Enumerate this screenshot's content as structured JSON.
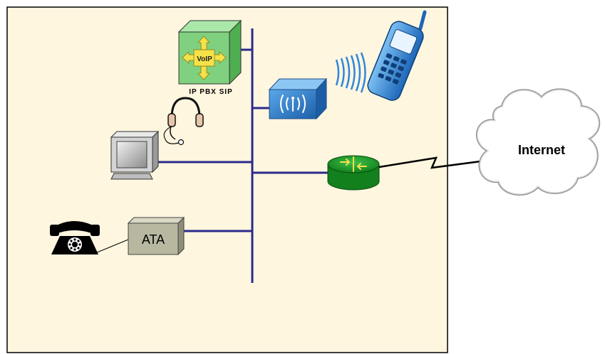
{
  "diagram": {
    "pbx_label": "IP PBX SIP",
    "voip_badge": "VoIP",
    "ata_label": "ATA",
    "cloud_label": "Internet"
  },
  "colors": {
    "panel_bg": "#fef6df",
    "bus_line": "#2b2b8c",
    "pbx_green": "#7fd17f",
    "access_point_blue": "#2f7fd0",
    "router_green": "#1f9a2a",
    "phone_blue": "#2e86de",
    "ata_gray": "#b8b8a0"
  }
}
